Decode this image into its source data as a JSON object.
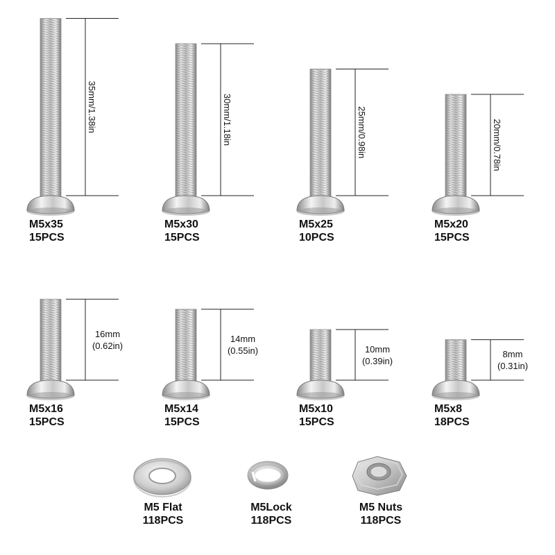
{
  "colors": {
    "text": "#111111",
    "dimension_line": "#222222",
    "metal_light": "#f2f2f2",
    "metal_mid": "#bdbdbd",
    "metal_dark": "#7a7a7a"
  },
  "bolts": [
    {
      "name": "M5x35",
      "qty": "15PCS",
      "length_mm": 35,
      "dimension": "35mm/1.38in",
      "dim_orientation": "vertical"
    },
    {
      "name": "M5x30",
      "qty": "15PCS",
      "length_mm": 30,
      "dimension": "30mm/1.18in",
      "dim_orientation": "vertical"
    },
    {
      "name": "M5x25",
      "qty": "10PCS",
      "length_mm": 25,
      "dimension": "25mm/0.98in",
      "dim_orientation": "vertical"
    },
    {
      "name": "M5x20",
      "qty": "15PCS",
      "length_mm": 20,
      "dimension": "20mm/0.78in",
      "dim_orientation": "vertical"
    },
    {
      "name": "M5x16",
      "qty": "15PCS",
      "length_mm": 16,
      "dimension_mm": "16mm",
      "dimension_in": "(0.62in)",
      "dim_orientation": "horizontal"
    },
    {
      "name": "M5x14",
      "qty": "15PCS",
      "length_mm": 14,
      "dimension_mm": "14mm",
      "dimension_in": "(0.55in)",
      "dim_orientation": "horizontal"
    },
    {
      "name": "M5x10",
      "qty": "15PCS",
      "length_mm": 10,
      "dimension_mm": "10mm",
      "dimension_in": "(0.39in)",
      "dim_orientation": "horizontal"
    },
    {
      "name": "M5x8",
      "qty": "18PCS",
      "length_mm": 8,
      "dimension_mm": "8mm",
      "dimension_in": "(0.31in)",
      "dim_orientation": "horizontal"
    }
  ],
  "accessories": [
    {
      "name": "M5 Flat",
      "qty": "118PCS",
      "icon": "flat-washer-icon"
    },
    {
      "name": "M5Lock",
      "qty": "118PCS",
      "icon": "lock-washer-icon"
    },
    {
      "name": "M5 Nuts",
      "qty": "118PCS",
      "icon": "hex-nut-icon"
    }
  ]
}
